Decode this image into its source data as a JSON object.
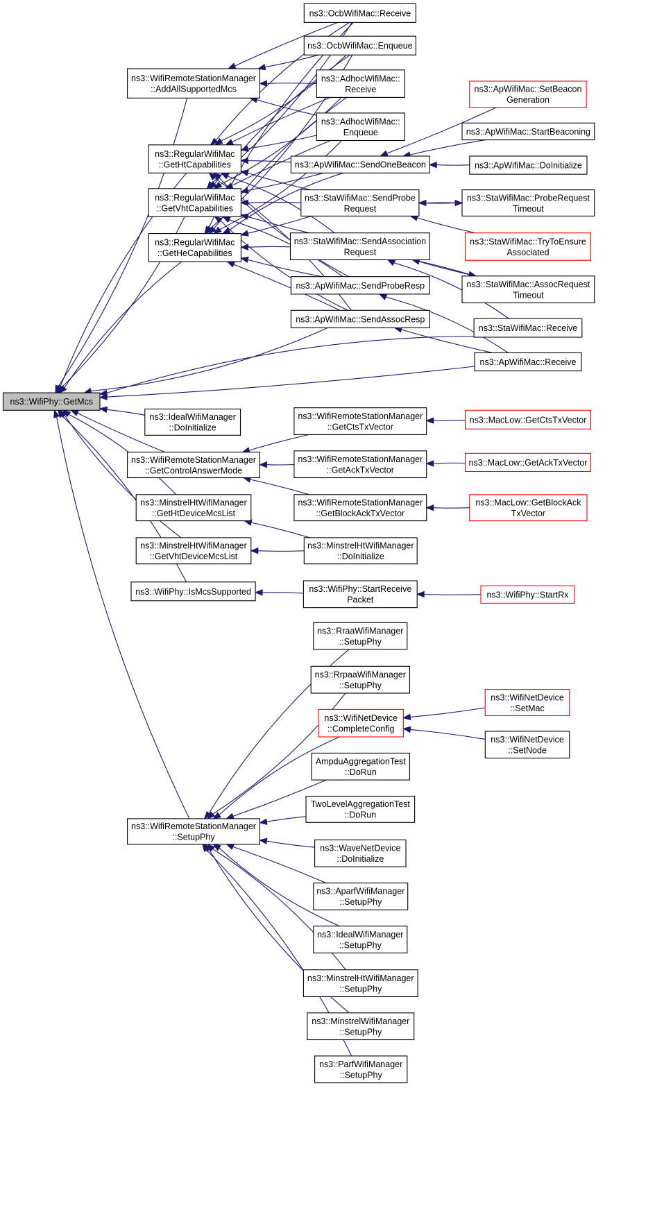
{
  "colors": {
    "edge": "#191970",
    "box": "#000000",
    "highlight": "#ff0000",
    "root_fill": "#bfbfbf"
  },
  "nodes": [
    {
      "id": "root",
      "lines": [
        "ns3::WifiPhy::GetMcs"
      ],
      "style": "root"
    },
    {
      "id": "addall",
      "lines": [
        "ns3::WifiRemoteStationManager",
        "::AddAllSupportedMcs"
      ]
    },
    {
      "id": "getht",
      "lines": [
        "ns3::RegularWifiMac",
        "::GetHtCapabilities"
      ]
    },
    {
      "id": "getvht",
      "lines": [
        "ns3::RegularWifiMac",
        "::GetVhtCapabilities"
      ]
    },
    {
      "id": "gethe",
      "lines": [
        "ns3::RegularWifiMac",
        "::GetHeCapabilities"
      ]
    },
    {
      "id": "idealinit",
      "lines": [
        "ns3::IdealWifiManager",
        "::DoInitialize"
      ]
    },
    {
      "id": "getctrl",
      "lines": [
        "ns3::WifiRemoteStationManager",
        "::GetControlAnswerMode"
      ]
    },
    {
      "id": "mhtlist",
      "lines": [
        "ns3::MinstrelHtWifiManager",
        "::GetHtDeviceMcsList"
      ]
    },
    {
      "id": "mvhtlist",
      "lines": [
        "ns3::MinstrelHtWifiManager",
        "::GetVhtDeviceMcsList"
      ]
    },
    {
      "id": "ismcs",
      "lines": [
        "ns3::WifiPhy::IsMcsSupported"
      ]
    },
    {
      "id": "setupphy",
      "lines": [
        "ns3::WifiRemoteStationManager",
        "::SetupPhy"
      ]
    },
    {
      "id": "ocbrecv",
      "lines": [
        "ns3::OcbWifiMac::Receive"
      ]
    },
    {
      "id": "ocbenq",
      "lines": [
        "ns3::OcbWifiMac::Enqueue"
      ]
    },
    {
      "id": "adhrecv",
      "lines": [
        "ns3::AdhocWifiMac::",
        "Receive"
      ]
    },
    {
      "id": "adhenq",
      "lines": [
        "ns3::AdhocWifiMac::",
        "Enqueue"
      ]
    },
    {
      "id": "sendone",
      "lines": [
        "ns3::ApWifiMac::SendOneBeacon"
      ]
    },
    {
      "id": "sendprobe",
      "lines": [
        "ns3::StaWifiMac::SendProbe",
        "Request"
      ]
    },
    {
      "id": "sendassoc",
      "lines": [
        "ns3::StaWifiMac::SendAssociation",
        "Request"
      ]
    },
    {
      "id": "sendproberesp",
      "lines": [
        "ns3::ApWifiMac::SendProbeResp"
      ]
    },
    {
      "id": "sendassocresp",
      "lines": [
        "ns3::ApWifiMac::SendAssocResp"
      ]
    },
    {
      "id": "setbeacon",
      "lines": [
        "ns3::ApWifiMac::SetBeacon",
        "Generation"
      ],
      "style": "red"
    },
    {
      "id": "startbeacon",
      "lines": [
        "ns3::ApWifiMac::StartBeaconing"
      ]
    },
    {
      "id": "apinit",
      "lines": [
        "ns3::ApWifiMac::DoInitialize"
      ]
    },
    {
      "id": "probetimeout",
      "lines": [
        "ns3::StaWifiMac::ProbeRequest",
        "Timeout"
      ]
    },
    {
      "id": "trytoensure",
      "lines": [
        "ns3::StaWifiMac::TryToEnsure",
        "Associated"
      ],
      "style": "red"
    },
    {
      "id": "assoctimeout",
      "lines": [
        "ns3::StaWifiMac::AssocRequest",
        "Timeout"
      ]
    },
    {
      "id": "starecv",
      "lines": [
        "ns3::StaWifiMac::Receive"
      ]
    },
    {
      "id": "aprecv",
      "lines": [
        "ns3::ApWifiMac::Receive"
      ]
    },
    {
      "id": "getcts",
      "lines": [
        "ns3::WifiRemoteStationManager",
        "::GetCtsTxVector"
      ]
    },
    {
      "id": "getack",
      "lines": [
        "ns3::WifiRemoteStationManager",
        "::GetAckTxVector"
      ]
    },
    {
      "id": "getblock",
      "lines": [
        "ns3::WifiRemoteStationManager",
        "::GetBlockAckTxVector"
      ]
    },
    {
      "id": "minit",
      "lines": [
        "ns3::MinstrelHtWifiManager",
        "::DoInitialize"
      ]
    },
    {
      "id": "startrecvpkt",
      "lines": [
        "ns3::WifiPhy::StartReceive",
        "Packet"
      ]
    },
    {
      "id": "maccts",
      "lines": [
        "ns3::MacLow::GetCtsTxVector"
      ],
      "style": "red"
    },
    {
      "id": "macack",
      "lines": [
        "ns3::MacLow::GetAckTxVector"
      ],
      "style": "red"
    },
    {
      "id": "macblock",
      "lines": [
        "ns3::MacLow::GetBlockAck",
        "TxVector"
      ],
      "style": "red"
    },
    {
      "id": "startrx",
      "lines": [
        "ns3::WifiPhy::StartRx"
      ],
      "style": "red"
    },
    {
      "id": "rraa",
      "lines": [
        "ns3::RraaWifiManager",
        "::SetupPhy"
      ]
    },
    {
      "id": "rrpaa",
      "lines": [
        "ns3::RrpaaWifiManager",
        "::SetupPhy"
      ]
    },
    {
      "id": "complete",
      "lines": [
        "ns3::WifiNetDevice",
        "::CompleteConfig"
      ],
      "style": "red"
    },
    {
      "id": "ampdu",
      "lines": [
        "AmpduAggregationTest",
        "::DoRun"
      ]
    },
    {
      "id": "twolevel",
      "lines": [
        "TwoLevelAggregationTest",
        "::DoRun"
      ]
    },
    {
      "id": "wave",
      "lines": [
        "ns3::WaveNetDevice",
        "::DoInitialize"
      ]
    },
    {
      "id": "aparf",
      "lines": [
        "ns3::AparfWifiManager",
        "::SetupPhy"
      ]
    },
    {
      "id": "idealsetup",
      "lines": [
        "ns3::IdealWifiManager",
        "::SetupPhy"
      ]
    },
    {
      "id": "mhtsetup",
      "lines": [
        "ns3::MinstrelHtWifiManager",
        "::SetupPhy"
      ]
    },
    {
      "id": "msetup",
      "lines": [
        "ns3::MinstrelWifiManager",
        "::SetupPhy"
      ]
    },
    {
      "id": "parf",
      "lines": [
        "ns3::ParfWifiManager",
        "::SetupPhy"
      ]
    },
    {
      "id": "setmac",
      "lines": [
        "ns3::WifiNetDevice",
        "::SetMac"
      ],
      "style": "red"
    },
    {
      "id": "setnode",
      "lines": [
        "ns3::WifiNetDevice",
        "::SetNode"
      ]
    }
  ],
  "edges": [
    [
      "addall",
      "root"
    ],
    [
      "getht",
      "root"
    ],
    [
      "getvht",
      "root"
    ],
    [
      "gethe",
      "root"
    ],
    [
      "sendassocresp",
      "root"
    ],
    [
      "starecv",
      "root"
    ],
    [
      "aprecv",
      "root"
    ],
    [
      "idealinit",
      "root"
    ],
    [
      "getctrl",
      "root"
    ],
    [
      "mhtlist",
      "root"
    ],
    [
      "mvhtlist",
      "root"
    ],
    [
      "ismcs",
      "root"
    ],
    [
      "setupphy",
      "root"
    ],
    [
      "ocbrecv",
      "addall"
    ],
    [
      "ocbenq",
      "addall"
    ],
    [
      "adhrecv",
      "addall"
    ],
    [
      "adhenq",
      "addall"
    ],
    [
      "ocbrecv",
      "getht"
    ],
    [
      "ocbenq",
      "getht"
    ],
    [
      "adhrecv",
      "getht"
    ],
    [
      "adhenq",
      "getht"
    ],
    [
      "sendone",
      "getht"
    ],
    [
      "sendprobe",
      "getht"
    ],
    [
      "sendassoc",
      "getht"
    ],
    [
      "sendproberesp",
      "getht"
    ],
    [
      "sendassocresp",
      "getht"
    ],
    [
      "ocbrecv",
      "getvht"
    ],
    [
      "ocbenq",
      "getvht"
    ],
    [
      "adhrecv",
      "getvht"
    ],
    [
      "adhenq",
      "getvht"
    ],
    [
      "sendone",
      "getvht"
    ],
    [
      "sendprobe",
      "getvht"
    ],
    [
      "sendassoc",
      "getvht"
    ],
    [
      "sendproberesp",
      "getvht"
    ],
    [
      "sendassocresp",
      "getvht"
    ],
    [
      "ocbrecv",
      "gethe"
    ],
    [
      "ocbenq",
      "gethe"
    ],
    [
      "adhrecv",
      "gethe"
    ],
    [
      "adhenq",
      "gethe"
    ],
    [
      "sendone",
      "gethe"
    ],
    [
      "sendprobe",
      "gethe"
    ],
    [
      "sendassoc",
      "gethe"
    ],
    [
      "sendproberesp",
      "gethe"
    ],
    [
      "sendassocresp",
      "gethe"
    ],
    [
      "setbeacon",
      "sendone"
    ],
    [
      "startbeacon",
      "sendone"
    ],
    [
      "apinit",
      "sendone"
    ],
    [
      "probetimeout",
      "sendprobe"
    ],
    [
      "trytoensure",
      "sendprobe"
    ],
    [
      "sendprobe",
      "probetimeout"
    ],
    [
      "assoctimeout",
      "sendassoc"
    ],
    [
      "starecv",
      "sendassoc"
    ],
    [
      "sendassoc",
      "assoctimeout"
    ],
    [
      "aprecv",
      "sendproberesp"
    ],
    [
      "aprecv",
      "sendassocresp"
    ],
    [
      "getcts",
      "getctrl"
    ],
    [
      "getack",
      "getctrl"
    ],
    [
      "getblock",
      "getctrl"
    ],
    [
      "maccts",
      "getcts"
    ],
    [
      "macack",
      "getack"
    ],
    [
      "macblock",
      "getblock"
    ],
    [
      "minit",
      "mhtlist"
    ],
    [
      "minit",
      "mvhtlist"
    ],
    [
      "startrecvpkt",
      "ismcs"
    ],
    [
      "startrx",
      "startrecvpkt"
    ],
    [
      "rraa",
      "setupphy"
    ],
    [
      "rrpaa",
      "setupphy"
    ],
    [
      "complete",
      "setupphy"
    ],
    [
      "ampdu",
      "setupphy"
    ],
    [
      "twolevel",
      "setupphy"
    ],
    [
      "wave",
      "setupphy"
    ],
    [
      "aparf",
      "setupphy"
    ],
    [
      "idealsetup",
      "setupphy"
    ],
    [
      "mhtsetup",
      "setupphy"
    ],
    [
      "msetup",
      "setupphy"
    ],
    [
      "parf",
      "setupphy"
    ],
    [
      "setmac",
      "complete"
    ],
    [
      "setnode",
      "complete"
    ]
  ]
}
